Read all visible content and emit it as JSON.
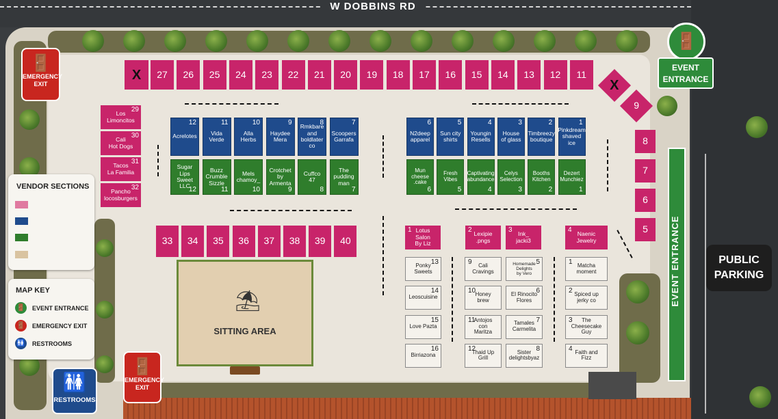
{
  "map": {
    "road_name": "W DOBBINS RD",
    "event_entrance_top": "EVENT\nENTRANCE",
    "event_entrance_side": "EVENT ENTRANCE",
    "public_parking": "PUBLIC\nPARKING",
    "emergency_exit": "EMERGENCY\nEXIT",
    "restrooms": "RESTROOMS",
    "sitting_area": "SITTING AREA",
    "x_mark": "X"
  },
  "legend": {
    "vendor_sections_title": "VENDOR SECTIONS",
    "swatches": [
      "#e07aa0",
      "#1f4b8c",
      "#2f7d2c",
      "#d9c3a0"
    ],
    "map_key_title": "MAP KEY",
    "key_items": [
      {
        "label": "EVENT ENTRANCE",
        "color": "#2e8b3a",
        "icon": "door-icon"
      },
      {
        "label": "EMERGENCY EXIT",
        "color": "#c8261f",
        "icon": "exit-door-icon"
      },
      {
        "label": "RESTROOMS",
        "color": "#1f4b8c",
        "icon": "restroom-icon"
      }
    ]
  },
  "pink_top": [
    "27",
    "26",
    "25",
    "24",
    "23",
    "22",
    "21",
    "20",
    "19",
    "18",
    "17",
    "16",
    "15",
    "14",
    "13",
    "12",
    "11"
  ],
  "pink_left": [
    {
      "num": "29",
      "name": "Los\nLimoncitos"
    },
    {
      "num": "30",
      "name": "Cali\nHot Dogs"
    },
    {
      "num": "31",
      "name": "Tacos\nLa Familia"
    },
    {
      "num": "32",
      "name": "Pancho\nlocosburgers"
    }
  ],
  "pink_right": [
    "9",
    "8",
    "7",
    "6",
    "5"
  ],
  "pink_bottom": [
    "33",
    "34",
    "35",
    "36",
    "37",
    "38",
    "39",
    "40"
  ],
  "blue_left": [
    {
      "num": "12",
      "name": "Acrelotes"
    },
    {
      "num": "11",
      "name": "Vida\nVerde"
    },
    {
      "num": "10",
      "name": "Alla\nHerbs"
    },
    {
      "num": "9",
      "name": "Haydee\nMera"
    },
    {
      "num": "8",
      "name": "Rmkbare\nand\nboldlater\nco"
    },
    {
      "num": "7",
      "name": "Scoopers\nGarrafa"
    }
  ],
  "green_left": [
    {
      "num": "12",
      "name": "Sugar Lips\nSweet LLC"
    },
    {
      "num": "11",
      "name": "Buzz\nCrumble\nSizzle"
    },
    {
      "num": "10",
      "name": "Mels\nchamoy_"
    },
    {
      "num": "9",
      "name": "Crotchet\nby\nArmenta"
    },
    {
      "num": "8",
      "name": "Cuffco\n47"
    },
    {
      "num": "7",
      "name": "The\npudding\nman"
    }
  ],
  "blue_right": [
    {
      "num": "6",
      "name": "N2deep\napparel"
    },
    {
      "num": "5",
      "name": "Sun city\nshirts"
    },
    {
      "num": "4",
      "name": "Youngin\nResells"
    },
    {
      "num": "3",
      "name": "House\nof glass"
    },
    {
      "num": "2",
      "name": "Timbreezy\nboutique"
    },
    {
      "num": "1",
      "name": "Pinkdream\nshaved\nice"
    }
  ],
  "green_right": [
    {
      "num": "6",
      "name": "Mun\ncheese\n.cake"
    },
    {
      "num": "5",
      "name": "Fresh\nVibes"
    },
    {
      "num": "4",
      "name": "Captivating\nabundance"
    },
    {
      "num": "3",
      "name": "Celys\nSelection"
    },
    {
      "num": "2",
      "name": "Booths\nKitchen"
    },
    {
      "num": "1",
      "name": "Dezert\nMunchiez"
    }
  ],
  "pink_named": [
    {
      "num": "1",
      "name": "Lotus\nSalon\nBy Liz"
    },
    {
      "num": "2",
      "name": "Lexipie\n.pngs"
    },
    {
      "num": "3",
      "name": "Ink_\njacki3"
    },
    {
      "num": "4",
      "name": "Naenic\nJewelry"
    }
  ],
  "white_col1": [
    {
      "num": "13",
      "name": "Ponky\nSweets"
    },
    {
      "num": "14",
      "name": "Leoscuisine"
    },
    {
      "num": "15",
      "name": "Love Pazta"
    },
    {
      "num": "16",
      "name": "Birriazona"
    }
  ],
  "white_col2": [
    {
      "num": "9",
      "name": "Cali\nCravings"
    },
    {
      "num": "10",
      "name": "Honey\nbrew"
    },
    {
      "num": "11",
      "name": "Antojos\ncon\nMaritza"
    },
    {
      "num": "12",
      "name": "Thaid Up\nGrill"
    }
  ],
  "white_col3": [
    {
      "num": "5",
      "name": "Homemade\nDelights\nby Vero"
    },
    {
      "num": "6",
      "name": "El Rinocito\nFlores"
    },
    {
      "num": "7",
      "name": "Tamales\nCarmelita"
    },
    {
      "num": "8",
      "name": "Sister\ndelightsbyaz"
    }
  ],
  "white_col4": [
    {
      "num": "1",
      "name": "Matcha\nmoment"
    },
    {
      "num": "2",
      "name": "Spiced up\njerky co"
    },
    {
      "num": "3",
      "name": "The\nCheesecake\nGuy"
    },
    {
      "num": "4",
      "name": "Faith and\nFizz"
    }
  ]
}
